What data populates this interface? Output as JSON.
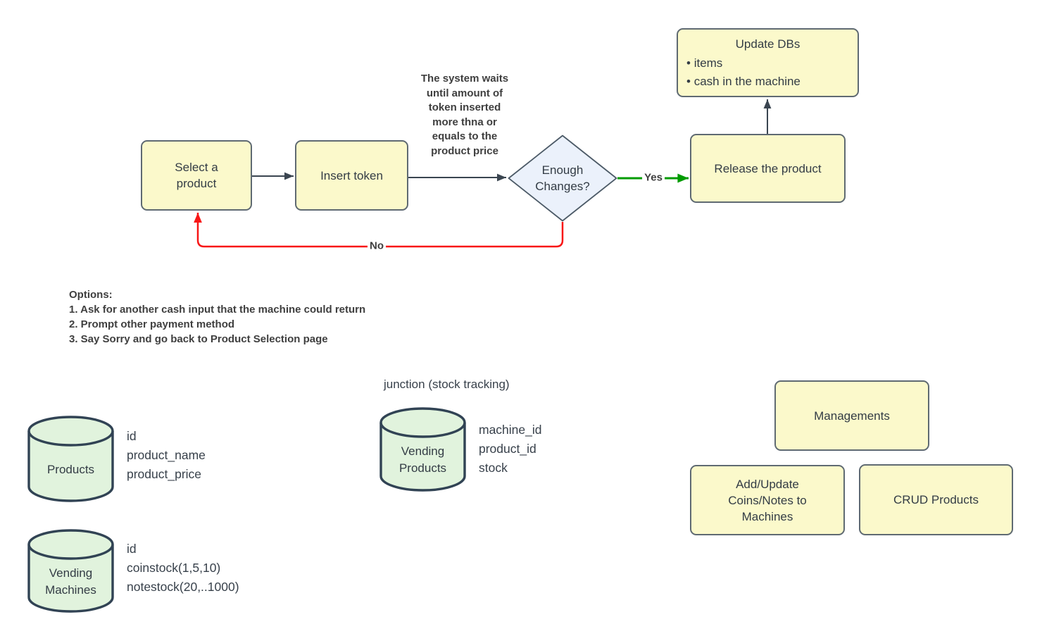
{
  "flowchart": {
    "nodes": {
      "select_product": {
        "label": "Select a\nproduct"
      },
      "insert_token": {
        "label": "Insert token"
      },
      "enough_changes": {
        "label": "Enough\nChanges?"
      },
      "release_product": {
        "label": "Release the product"
      },
      "update_dbs": {
        "title": "Update DBs",
        "bullets": [
          "items",
          "cash in the machine"
        ]
      }
    },
    "edge_labels": {
      "yes": "Yes",
      "no": "No"
    },
    "annotation": "The system waits\nuntil amount of\ntoken inserted\nmore thna or\nequals to the\nproduct price"
  },
  "options": {
    "heading": "Options:",
    "items": [
      "1. Ask for another cash input that the machine could return",
      "2. Prompt other payment method",
      "3. Say Sorry and go back to Product Selection page"
    ]
  },
  "databases": {
    "products": {
      "name": "Products",
      "fields": [
        "id",
        "product_name",
        "product_price"
      ]
    },
    "vending_machines": {
      "name": "Vending\nMachines",
      "fields": [
        "id",
        "coinstock(1,5,10)",
        "notestock(20,..1000)"
      ]
    },
    "vending_products": {
      "caption": "junction (stock tracking)",
      "name": "Vending\nProducts",
      "fields": [
        "machine_id",
        "product_id",
        "stock"
      ]
    }
  },
  "management": {
    "managements": "Managements",
    "add_update": "Add/Update\nCoins/Notes to\nMachines",
    "crud_products": "CRUD Products"
  },
  "colors": {
    "node_fill": "#fbf9cb",
    "node_border": "#5f6a72",
    "diamond_fill": "#ebf1fb",
    "diamond_border": "#4c5a67",
    "db_fill": "#e1f3dd",
    "db_border": "#314354",
    "arrow_gray": "#3a4550",
    "arrow_green": "#009b00",
    "arrow_red": "#f81616"
  }
}
